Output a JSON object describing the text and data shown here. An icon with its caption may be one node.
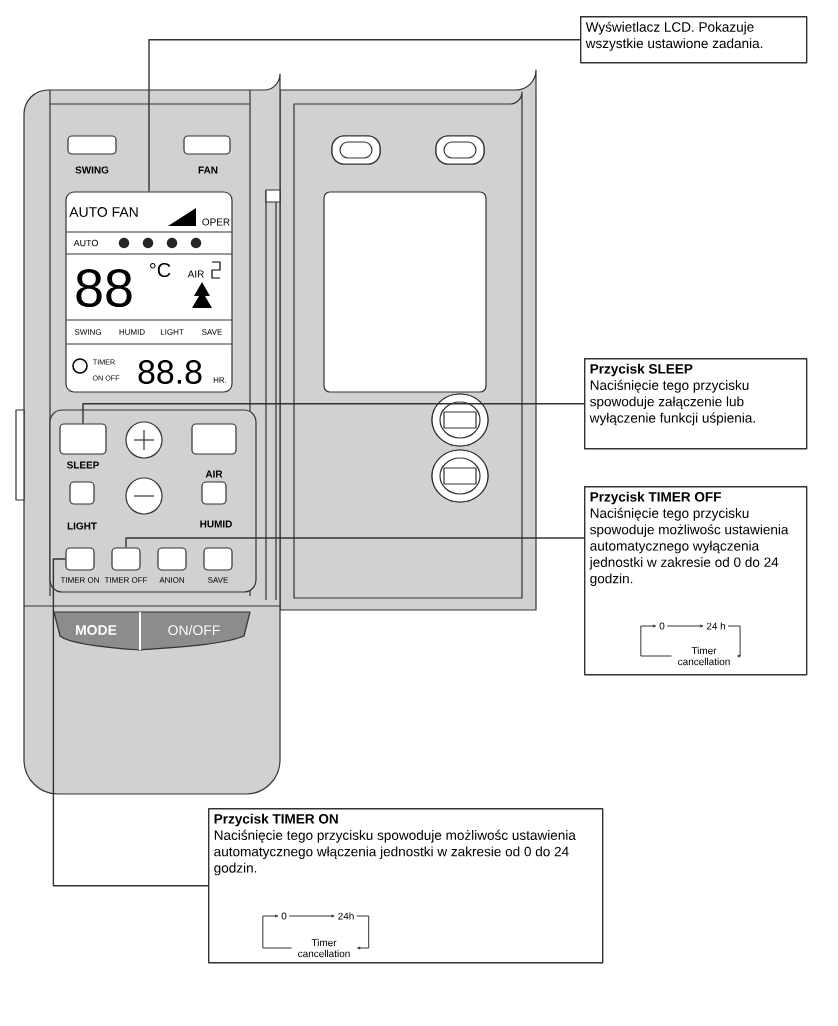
{
  "diagram": {
    "nodes": [
      {
        "text": [
          "Wyświetlacz LCD. Pokazuje wszystkie ustawione zadania."
        ]
      },
      {
        "text": [
          "Przycisk SLEEP",
          "Naciśnięcie tego przycisku spowoduje załączenie lub wyłączenie funkcji uśpienia."
        ]
      },
      {
        "text": [
          "Przycisk TIMER OFF",
          "Naciśnięcie tego przycisku spowoduje możliwośc ustawienia automatycznego wyłączenia jednostki w zakresie od 0 do 24 godzin."
        ]
      },
      {
        "text": [
          "0"
        ],
        "in": 2
      },
      {
        "text": [
          "24 h"
        ],
        "in": 2
      },
      {
        "text": [
          "Timer cancellation"
        ],
        "in": 2
      },
      {
        "text": [
          "Przycisk TIMER ON",
          "Naciśnięcie tego przycisku spowoduje możliwośc ustawienia automatycznego włączenia jednostki w zakresie od 0 do 24 godzin."
        ]
      },
      {
        "text": [
          "0"
        ],
        "in": 6
      },
      {
        "text": [
          "24h"
        ],
        "in": 6
      },
      {
        "text": [
          "Timer cancellation"
        ],
        "in": 6
      },
      {
        "text": [],
        "shape": "box"
      },
      {
        "text": [],
        "shape": "box",
        "beside": [
          "SLEEP"
        ]
      },
      {
        "text": [],
        "shape": "box",
        "beside": [
          "TIMER OFF"
        ]
      },
      {
        "text": [],
        "shape": "box",
        "beside": [
          "TIMER ON"
        ]
      },
      {
        "text": [],
        "shape": "box"
      },
      {
        "text": [],
        "shape": "box"
      },
      {
        "text": [],
        "shape": "box"
      },
      {
        "text": [],
        "shape": "box"
      },
      {
        "text": [],
        "shape": "box"
      },
      {
        "text": [],
        "shape": "box"
      },
      {
        "text": [],
        "shape": "box"
      },
      {
        "text": [],
        "shape": "box"
      },
      {
        "text": [],
        "shape": "box"
      }
    ],
    "edges": [
      {
        "from": 0,
        "to": 10,
        "arrow": "none"
      },
      {
        "from": 1,
        "to": 11,
        "arrow": "none"
      },
      {
        "from": 2,
        "to": 12,
        "arrow": "none"
      },
      {
        "from": 6,
        "to": 13,
        "arrow": "none"
      },
      {
        "from": 3,
        "to": 4,
        "arrow": "to"
      },
      {
        "from": 4,
        "to": 5,
        "arrow": "to"
      },
      {
        "from": 5,
        "to": 3,
        "arrow": "to"
      },
      {
        "from": 7,
        "to": 8,
        "arrow": "to"
      },
      {
        "from": 8,
        "to": 9,
        "arrow": "to"
      },
      {
        "from": 9,
        "to": 7,
        "arrow": "to"
      }
    ],
    "labels": [
      "SWING",
      "FAN",
      "AUTO FAN",
      "OPER",
      "AUTO",
      "88",
      "°C",
      "AIR",
      "SWING",
      "HUMID",
      "LIGHT",
      "SAVE",
      "TIMER",
      "ON OFF",
      "88.8",
      "HR.",
      "AIR",
      "LIGHT",
      "HUMID",
      "ANION",
      "SAVE",
      "MODE",
      "ON/OFF"
    ]
  }
}
